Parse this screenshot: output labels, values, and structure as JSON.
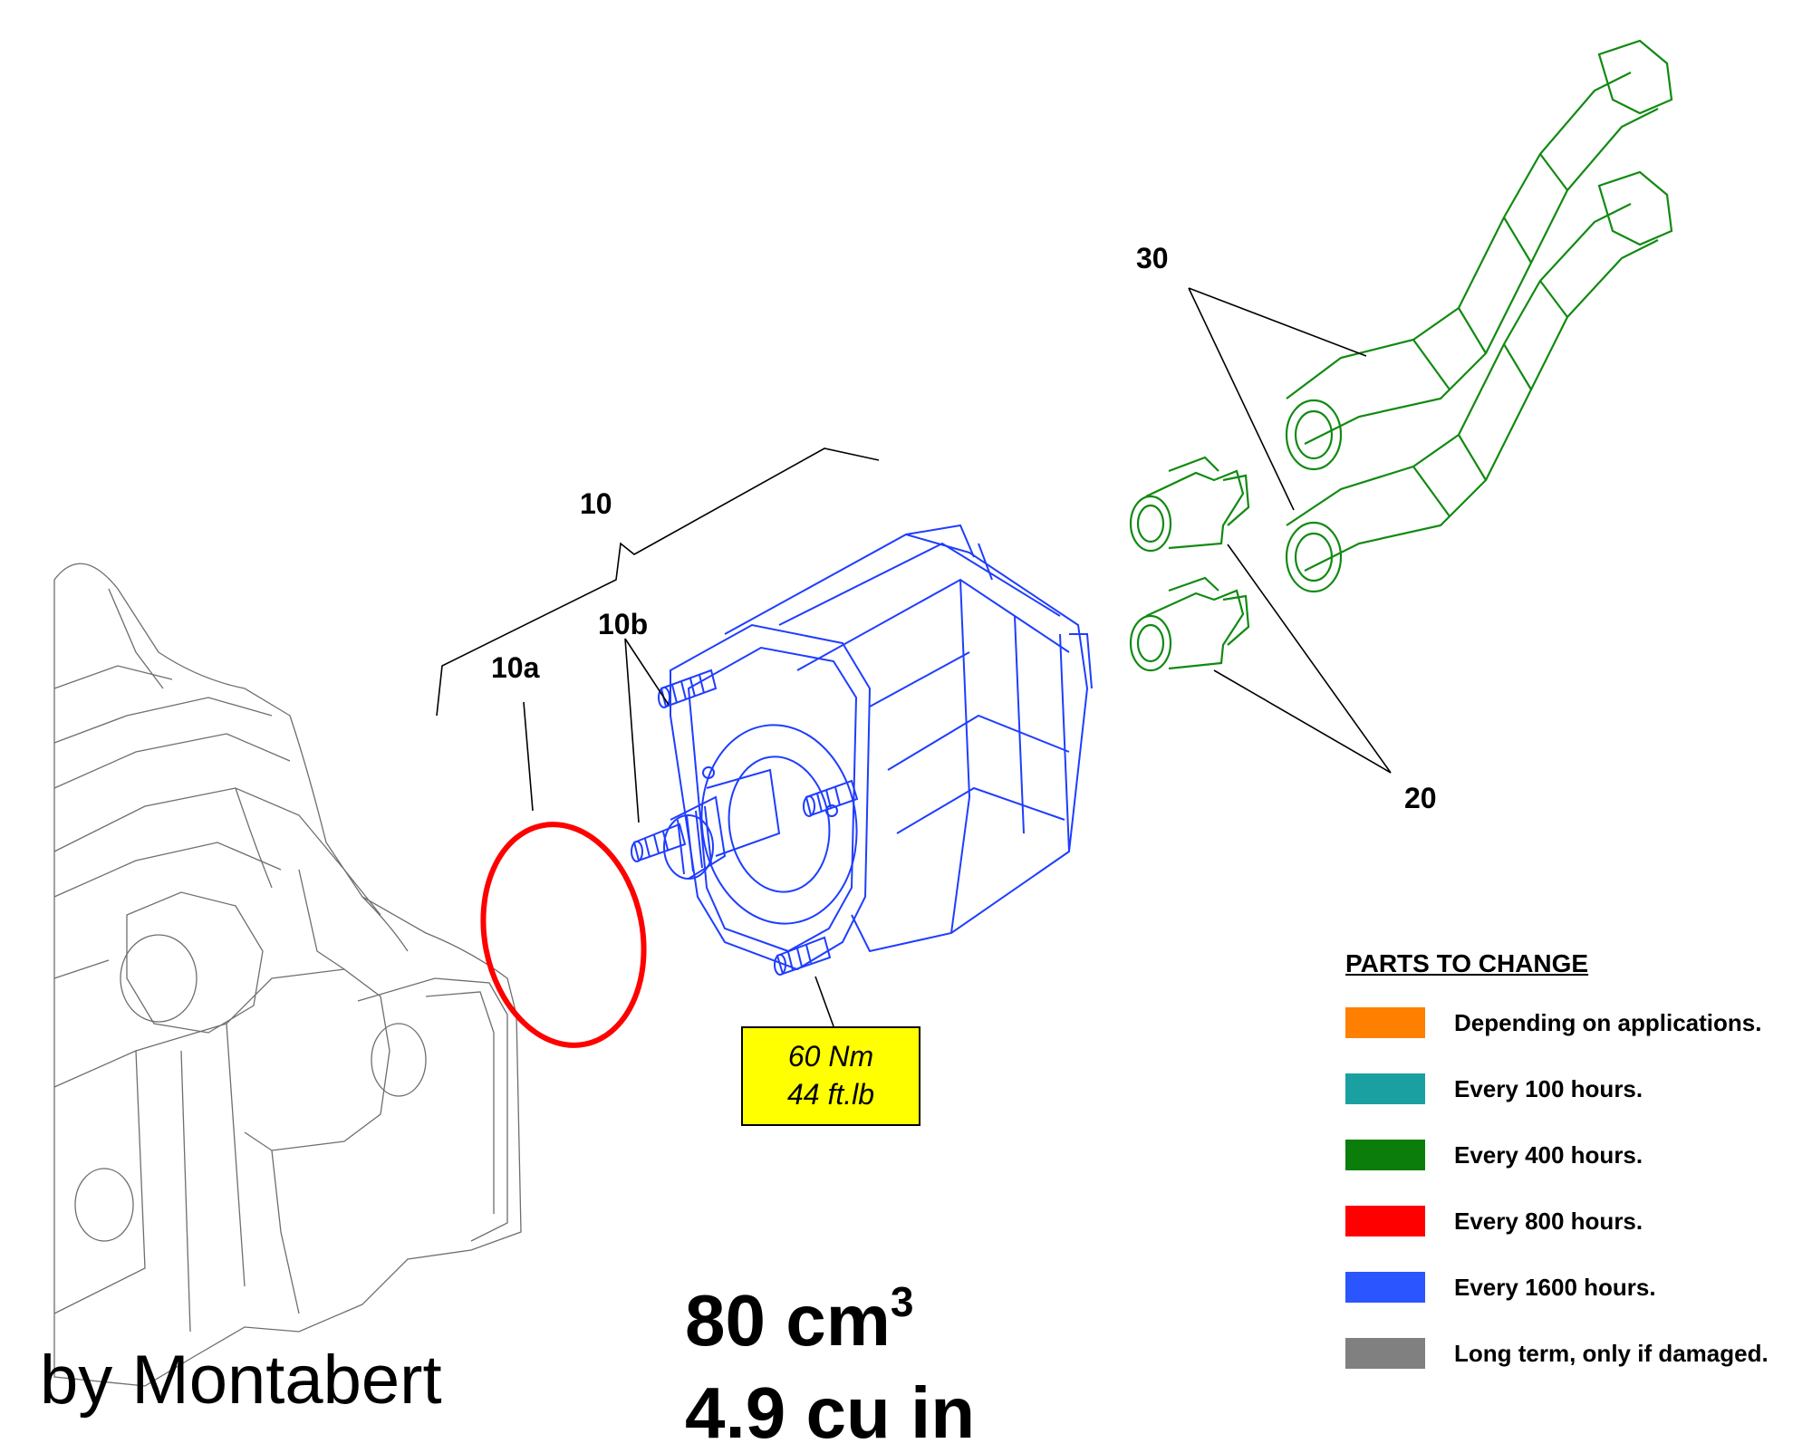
{
  "callouts": {
    "c10": "10",
    "c10a": "10a",
    "c10b": "10b",
    "c20": "20",
    "c30": "30"
  },
  "torque": {
    "line1": "60 Nm",
    "line2": "44 ft.lb"
  },
  "capacity": {
    "metric_value": "80 cm",
    "metric_exponent": "3",
    "imperial": "4.9 cu in"
  },
  "credit": "by Montabert",
  "legend": {
    "title": "PARTS TO CHANGE",
    "items": [
      {
        "label": "Depending on applications.",
        "color": "#ff7f00"
      },
      {
        "label": "Every 100 hours.",
        "color": "#1aa0a0"
      },
      {
        "label": "Every 400 hours.",
        "color": "#0a7d0a"
      },
      {
        "label": "Every 800 hours.",
        "color": "#ff0000"
      },
      {
        "label": "Every 1600 hours.",
        "color": "#2a55ff"
      },
      {
        "label": "Long term, only if damaged.",
        "color": "#808080"
      }
    ]
  },
  "part_colors": {
    "housing": "#6e6e6e",
    "seal_10a": "#ff0000",
    "pump_10": "#1f3dff",
    "fittings_20_hoses_30": "#118a11"
  }
}
